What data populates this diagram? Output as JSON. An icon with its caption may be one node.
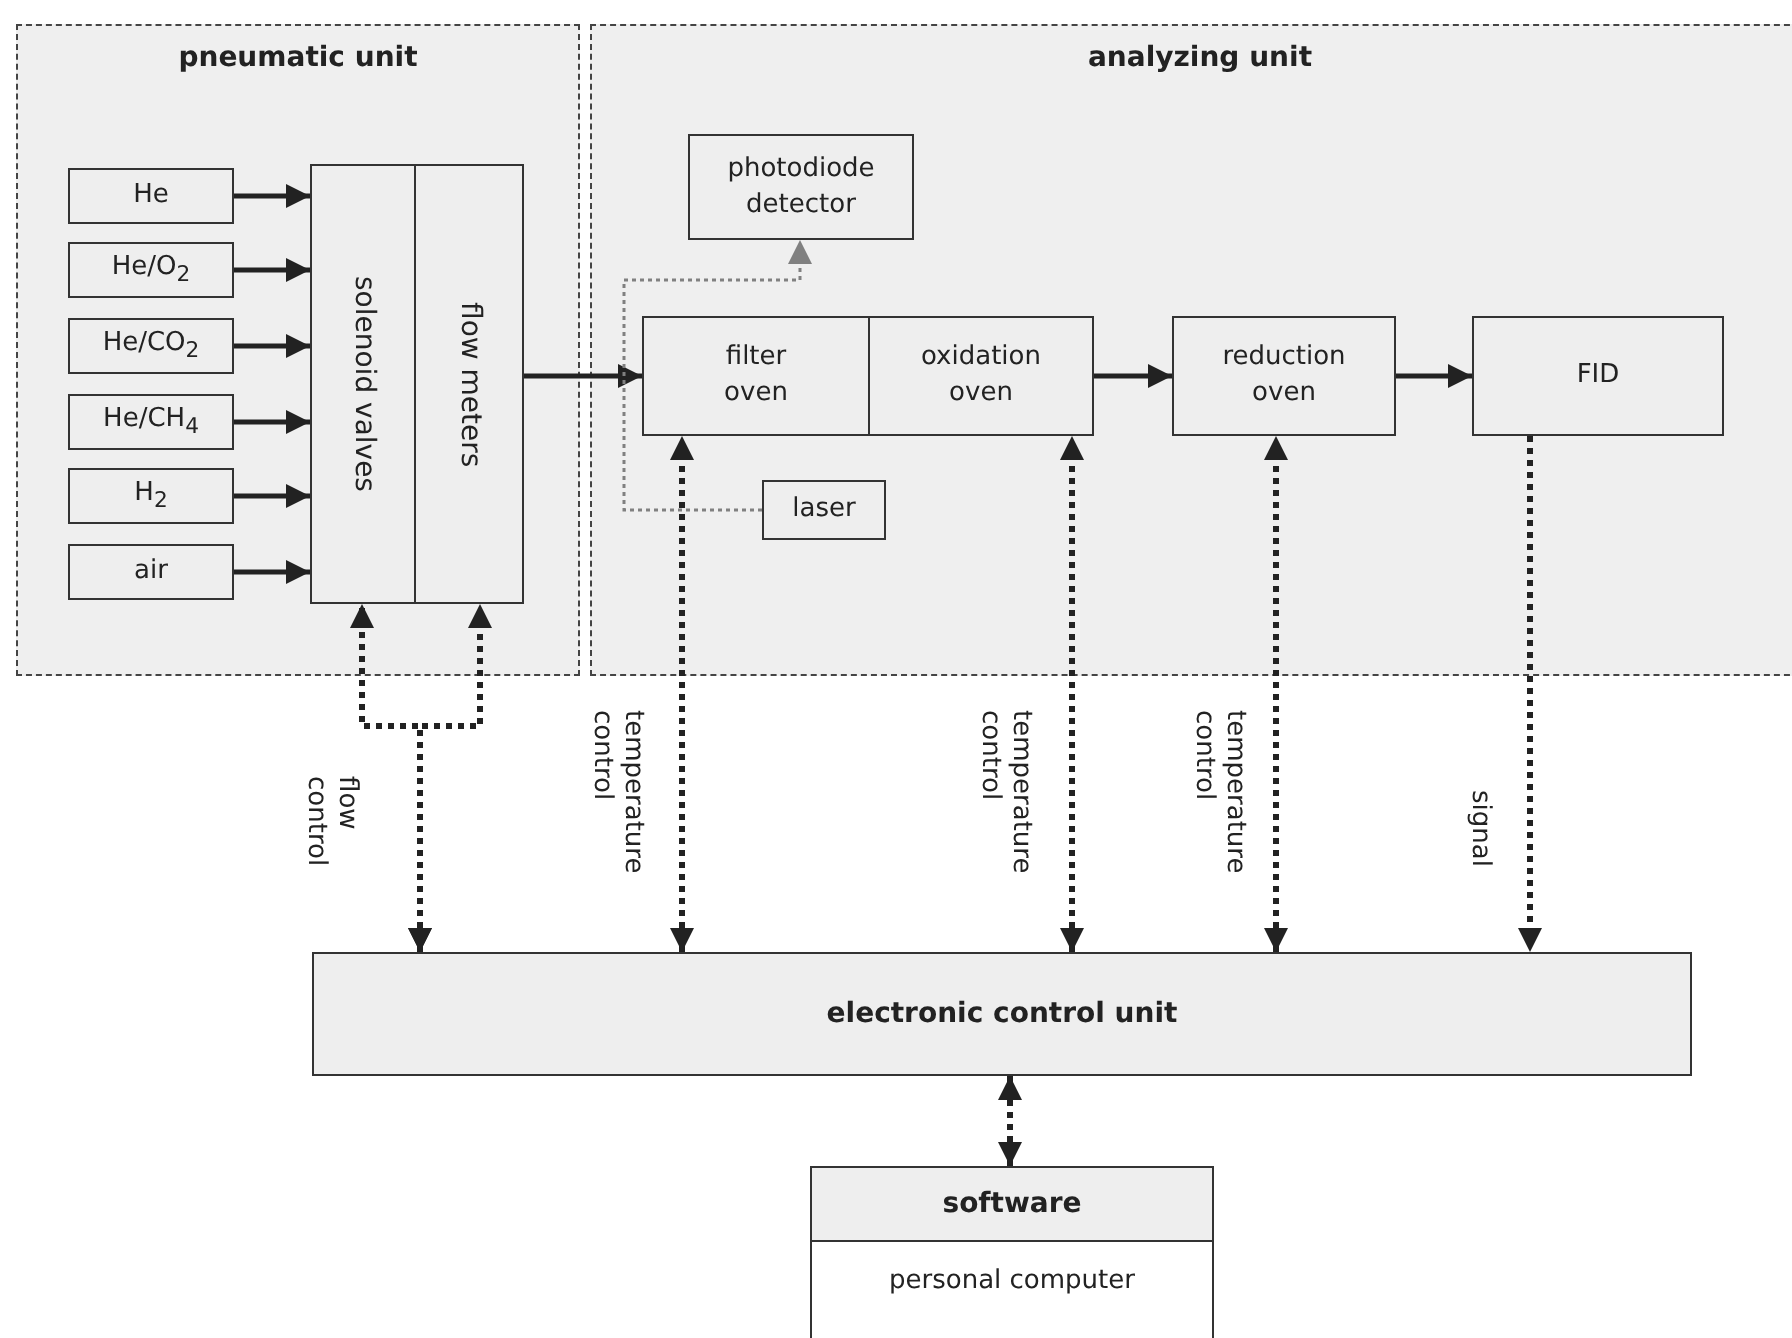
{
  "diagram": {
    "nodes": [
      {
        "text": [
          "pneumatic unit"
        ]
      },
      {
        "text": [
          "He"
        ],
        "in": 0
      },
      {
        "text": [
          "He/O$_{2}$"
        ],
        "in": 0
      },
      {
        "text": [
          "He/CO$_{2}$"
        ],
        "in": 0
      },
      {
        "text": [
          "He/CH$_{4}$"
        ],
        "in": 0
      },
      {
        "text": [
          "H$_{2}$"
        ],
        "in": 0
      },
      {
        "text": [
          "air"
        ],
        "in": 0
      },
      {
        "text": [
          "solenoid valves"
        ],
        "in": 0
      },
      {
        "text": [
          "flow meters"
        ],
        "in": 0
      },
      {
        "text": [
          "analyzing unit"
        ]
      },
      {
        "text": [
          "photodiode detector"
        ],
        "in": 9
      },
      {
        "text": [
          "filter oven"
        ],
        "in": 9
      },
      {
        "text": [
          "oxidation oven"
        ],
        "in": 9
      },
      {
        "text": [
          "reduction oven"
        ],
        "in": 9
      },
      {
        "text": [
          "FID"
        ],
        "in": 9
      },
      {
        "text": [
          "laser"
        ],
        "in": 9
      },
      {
        "text": [
          "electronic control unit"
        ]
      },
      {
        "text": [
          "software",
          "personal computer"
        ]
      }
    ],
    "edges": [
      {
        "from": 1,
        "to": 7,
        "arrow": "to"
      },
      {
        "from": 2,
        "to": 7,
        "arrow": "to"
      },
      {
        "from": 3,
        "to": 7,
        "arrow": "to"
      },
      {
        "from": 4,
        "to": 7,
        "arrow": "to"
      },
      {
        "from": 5,
        "to": 7,
        "arrow": "to"
      },
      {
        "from": 6,
        "to": 7,
        "arrow": "to"
      },
      {
        "from": 8,
        "to": 11,
        "arrow": "to"
      },
      {
        "from": 12,
        "to": 13,
        "arrow": "to"
      },
      {
        "from": 13,
        "to": 14,
        "arrow": "to"
      },
      {
        "from": 15,
        "to": 10,
        "arrow": "to",
        "style": "dashed",
        "color": "#808080"
      },
      {
        "from": 16,
        "to": 7,
        "arrow": "both",
        "style": "dashed",
        "label": "flow control"
      },
      {
        "from": 16,
        "to": 8,
        "arrow": "both",
        "style": "dashed"
      },
      {
        "from": 16,
        "to": 11,
        "arrow": "both",
        "style": "dashed",
        "label": "temperature control"
      },
      {
        "from": 16,
        "to": 12,
        "arrow": "both",
        "style": "dashed",
        "label": "temperature control"
      },
      {
        "from": 16,
        "to": 13,
        "arrow": "both",
        "style": "dashed",
        "label": "temperature control"
      },
      {
        "from": 14,
        "to": 16,
        "arrow": "to",
        "style": "dashed",
        "label": "signal"
      },
      {
        "from": 16,
        "to": 17,
        "arrow": "both",
        "style": "dashed"
      }
    ]
  }
}
